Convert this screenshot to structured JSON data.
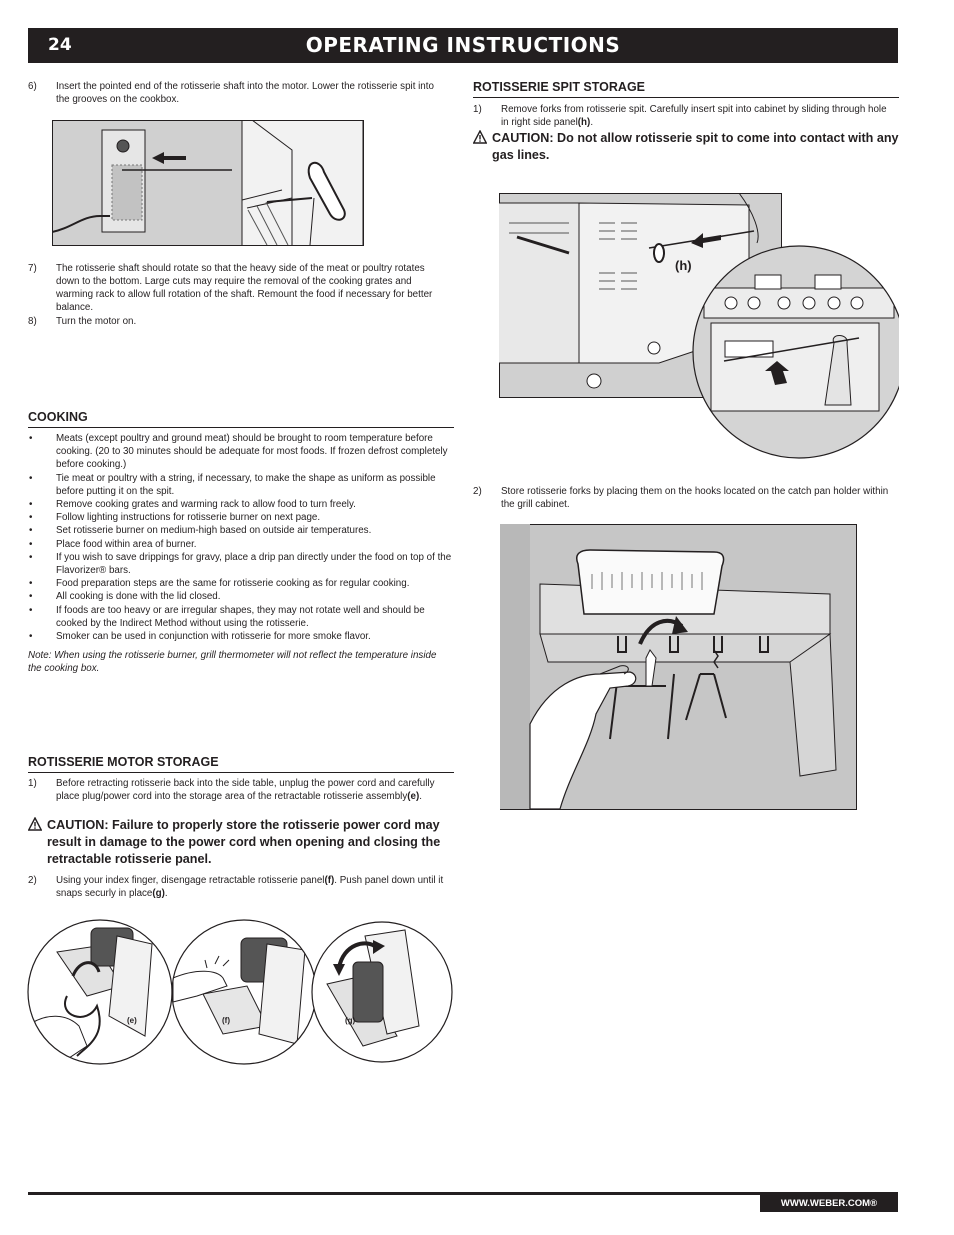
{
  "header": {
    "page_number": "24",
    "title": "OPERATING INSTRUCTIONS"
  },
  "left": {
    "step6": {
      "num": "6)",
      "text": "Insert the pointed end of the rotisserie shaft into the motor. Lower the rotisserie spit into the grooves on the cookbox."
    },
    "step7": {
      "num": "7)",
      "text": "The rotisserie shaft should rotate so that the heavy side of the meat or poultry rotates down to the bottom. Large cuts may require the removal of the cooking grates and warming rack to allow full rotation of the shaft. Remount the food if necessary for better balance."
    },
    "step8": {
      "num": "8)",
      "text": "Turn the motor on."
    },
    "cooking": {
      "heading": "COOKING",
      "bullet_symbol": "•",
      "items": [
        "Meats (except poultry and ground meat) should be brought to room temperature before cooking. (20 to 30 minutes should be adequate for most foods. If frozen defrost completely before cooking.)",
        "Tie meat or poultry with a string, if necessary, to make the shape as uniform as possible before putting it on the spit.",
        "Remove cooking grates and warming rack to allow food to turn freely.",
        "Follow lighting instructions for rotisserie burner on next page.",
        "Set rotisserie burner on medium-high based on outside air temperatures.",
        "Place food within area of burner.",
        "If you wish to save drippings for gravy, place a drip pan directly under the food on top of the Flavorizer® bars.",
        "Food preparation steps are the same for rotisserie cooking as for regular cooking.",
        "All cooking is done with the lid closed.",
        "If foods are too heavy or are irregular shapes, they may not rotate well and should be cooked by the Indirect Method without using the rotisserie.",
        "Smoker can be used in conjunction with rotisserie for more smoke flavor."
      ],
      "note": "Note: When using the rotisserie burner, grill thermometer will not reflect the temperature inside the cooking box."
    },
    "motor_storage": {
      "heading": "ROTISSERIE MOTOR STORAGE",
      "step1": {
        "num": "1)",
        "text": "Before retracting rotisserie back into the side table, unplug the power cord and carefully place plug/power cord into the storage area of the retractable rotisserie assembly",
        "ref": "(e)",
        "end": "."
      },
      "caution": "CAUTION: Failure to properly store the rotisserie power cord may result in damage to the power cord when opening and closing the retractable rotisserie panel.",
      "step2": {
        "num": "2)",
        "text_a": "Using your index finger, disengage retractable rotisserie panel",
        "ref_a": "(f)",
        "text_b": ". Push panel down until it snaps securly in place",
        "ref_b": "(g)",
        "end": "."
      },
      "fig_labels": [
        "(e)",
        "(f)",
        "(g)"
      ]
    }
  },
  "right": {
    "spit_storage": {
      "heading": "ROTISSERIE SPIT STORAGE",
      "step1": {
        "num": "1)",
        "text": "Remove forks from rotisserie spit. Carefully insert spit into cabinet by sliding through hole in right side panel",
        "ref": "(h)",
        "end": "."
      },
      "caution": "CAUTION: Do not allow rotisserie spit to come into contact with any gas lines.",
      "fig_label": "(h)",
      "step2": {
        "num": "2)",
        "text": "Store rotisserie forks by placing them on the hooks located on the catch pan holder within the grill cabinet."
      }
    }
  },
  "footer": {
    "url": "WWW.WEBER.COM®"
  },
  "colors": {
    "header_bg": "#231f20",
    "figure_gray": "#c9c9c9",
    "figure_dark": "#8c8c8c"
  }
}
